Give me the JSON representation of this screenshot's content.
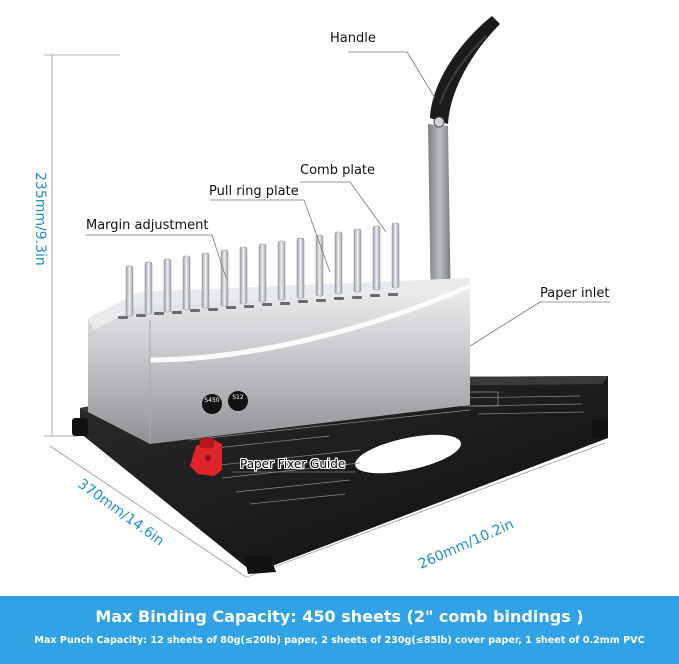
{
  "callouts": {
    "handle": "Handle",
    "comb_plate": "Comb plate",
    "pull_ring_plate": "Pull ring plate",
    "margin_adjustment": "Margin adjustment",
    "paper_inlet": "Paper inlet",
    "paper_fixer_guide": "Paper Fixer Guide"
  },
  "dimensions": {
    "height": "235mm/9.3in",
    "depth": "370mm/14.6in",
    "width": "260mm/10.2in"
  },
  "device_badges": {
    "left_top": "S450",
    "right_top": "S12"
  },
  "banner": {
    "title": "Max Binding Capacity: 450 sheets (2\" comb bindings )",
    "subtitle": "Max Punch Capacity: 12 sheets of 80g(≤20lb) paper, 2 sheets of 230g(≤85lb) cover paper, 1 sheet of 0.2mm PVC"
  },
  "colors": {
    "dimension_text": "#1e8fd4",
    "banner_bg": "#2fa3e6",
    "body_silver": "#c8c9cc",
    "base_black": "#1a1a1a",
    "fixer_red": "#e0242c"
  }
}
